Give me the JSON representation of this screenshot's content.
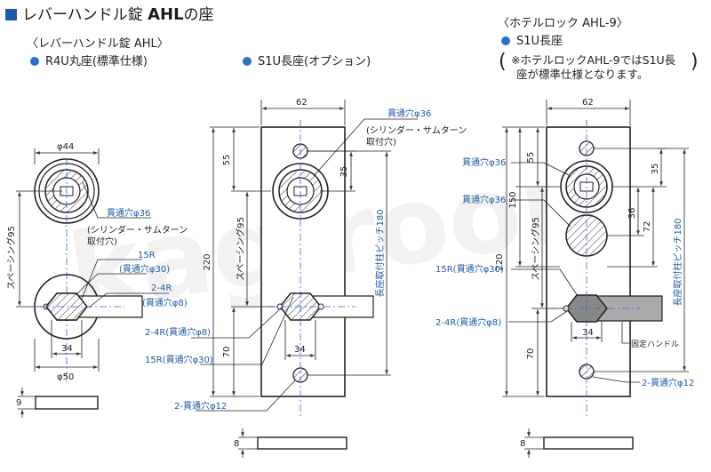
{
  "header": {
    "title_prefix": "レバーハンドル錠 ",
    "title_bold": "AHL",
    "title_suffix": "の座",
    "left_group": "〈レバーハンドル錠 AHL〉",
    "left_variant": "R4U丸座(標準仕様)",
    "mid_variant": "S1U長座(オプション)",
    "right_group": "〈ホテルロック AHL-9〉",
    "right_variant": "S1U長座",
    "right_note_line1": "※ホテルロックAHL-9ではS1U長",
    "right_note_line2": "座が標準仕様となります。"
  },
  "watermark": "kagiroom",
  "left": {
    "phi44": "φ44",
    "hole36": "貫通穴φ36",
    "hole36_note1": "(シリンダー・サムターン",
    "hole36_note2": "取付穴)",
    "spacing": "スペーシング95",
    "r15": "15R",
    "hole30": "(貫通穴φ30)",
    "r24": "2-4R",
    "hole8": "(貫通穴φ8)",
    "w34": "34",
    "phi50": "φ50",
    "t9": "9"
  },
  "mid": {
    "w62": "62",
    "hole36": "貫通穴φ36",
    "hole36_note1": "(シリンダー・サムターン",
    "hole36_note2": "取付穴)",
    "d55": "55",
    "d35": "35",
    "d220": "220",
    "spacing": "スペーシング95",
    "pitch": "長座取付柱ピッチ180",
    "r24": "2-4R(貫通穴φ8)",
    "r15": "15R(貫通穴φ30)",
    "w34": "34",
    "d70": "70",
    "hole12": "2-貫通穴φ12",
    "t8": "8"
  },
  "right": {
    "w62": "62",
    "hole36a": "貫通穴φ36",
    "hole36b": "貫通穴φ36",
    "d55": "55",
    "d35": "35",
    "d150": "150",
    "d220": "220",
    "d36": "36",
    "d72": "72",
    "spacing": "スペーシング95",
    "pitch": "長座取付柱ピッチ180",
    "r15": "15R(貫通穴φ30)",
    "r24": "2-4R(貫通穴φ8)",
    "w34": "34",
    "fixed": "固定ハンドル",
    "d70": "70",
    "hole12": "2-貫通穴φ12",
    "t8": "8"
  }
}
